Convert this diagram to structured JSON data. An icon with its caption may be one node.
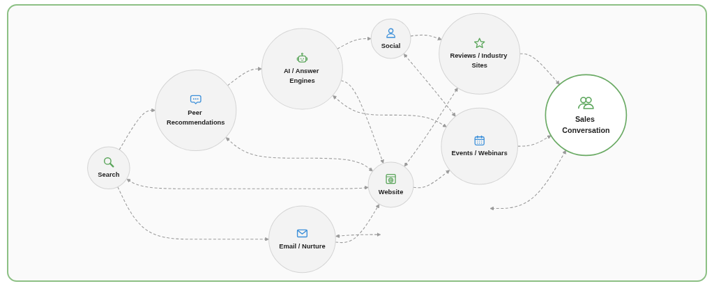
{
  "diagram": {
    "nodes": [
      {
        "text": [
          "Search"
        ]
      },
      {
        "text": [
          "Peer Recommendations"
        ]
      },
      {
        "text": [
          "AI / Answer Engines"
        ]
      },
      {
        "text": [
          "Social"
        ]
      },
      {
        "text": [
          "Reviews / Industry Sites"
        ]
      },
      {
        "text": [
          "Email / Nurture"
        ]
      },
      {
        "text": [
          "Website"
        ]
      },
      {
        "text": [
          "Events / Webinars"
        ]
      },
      {
        "text": [
          "Sales Conversation"
        ]
      }
    ],
    "edges": [
      {
        "from": 0,
        "to": 1,
        "arrow": "to",
        "style": "dashed"
      },
      {
        "from": 1,
        "to": 2,
        "arrow": "to",
        "style": "dashed"
      },
      {
        "from": 2,
        "to": 3,
        "arrow": "to",
        "style": "dashed"
      },
      {
        "from": 3,
        "to": 4,
        "arrow": "to",
        "style": "dashed"
      },
      {
        "from": 0,
        "to": 6,
        "arrow": "both",
        "style": "dashed"
      },
      {
        "from": 1,
        "to": 6,
        "arrow": "both",
        "style": "dashed"
      },
      {
        "from": 2,
        "to": 6,
        "arrow": "to",
        "style": "dashed"
      },
      {
        "from": 5,
        "to": null,
        "arrow": "both",
        "style": "dashed"
      },
      {
        "from": 2,
        "to": 7,
        "arrow": "both",
        "style": "dashed"
      },
      {
        "from": 3,
        "to": 7,
        "arrow": "both",
        "style": "dashed"
      },
      {
        "from": 6,
        "to": 4,
        "arrow": "both",
        "style": "dashed"
      },
      {
        "from": null,
        "to": 8,
        "arrow": "both",
        "style": "dashed"
      },
      {
        "from": 0,
        "to": 5,
        "arrow": "to",
        "style": "dashed"
      },
      {
        "from": 5,
        "to": 6,
        "arrow": "to",
        "style": "dashed"
      },
      {
        "from": 6,
        "to": 7,
        "arrow": "to",
        "style": "dashed"
      },
      {
        "from": 7,
        "to": 8,
        "arrow": "to",
        "style": "dashed"
      },
      {
        "from": 4,
        "to": 8,
        "arrow": "to",
        "style": "dashed"
      }
    ]
  }
}
